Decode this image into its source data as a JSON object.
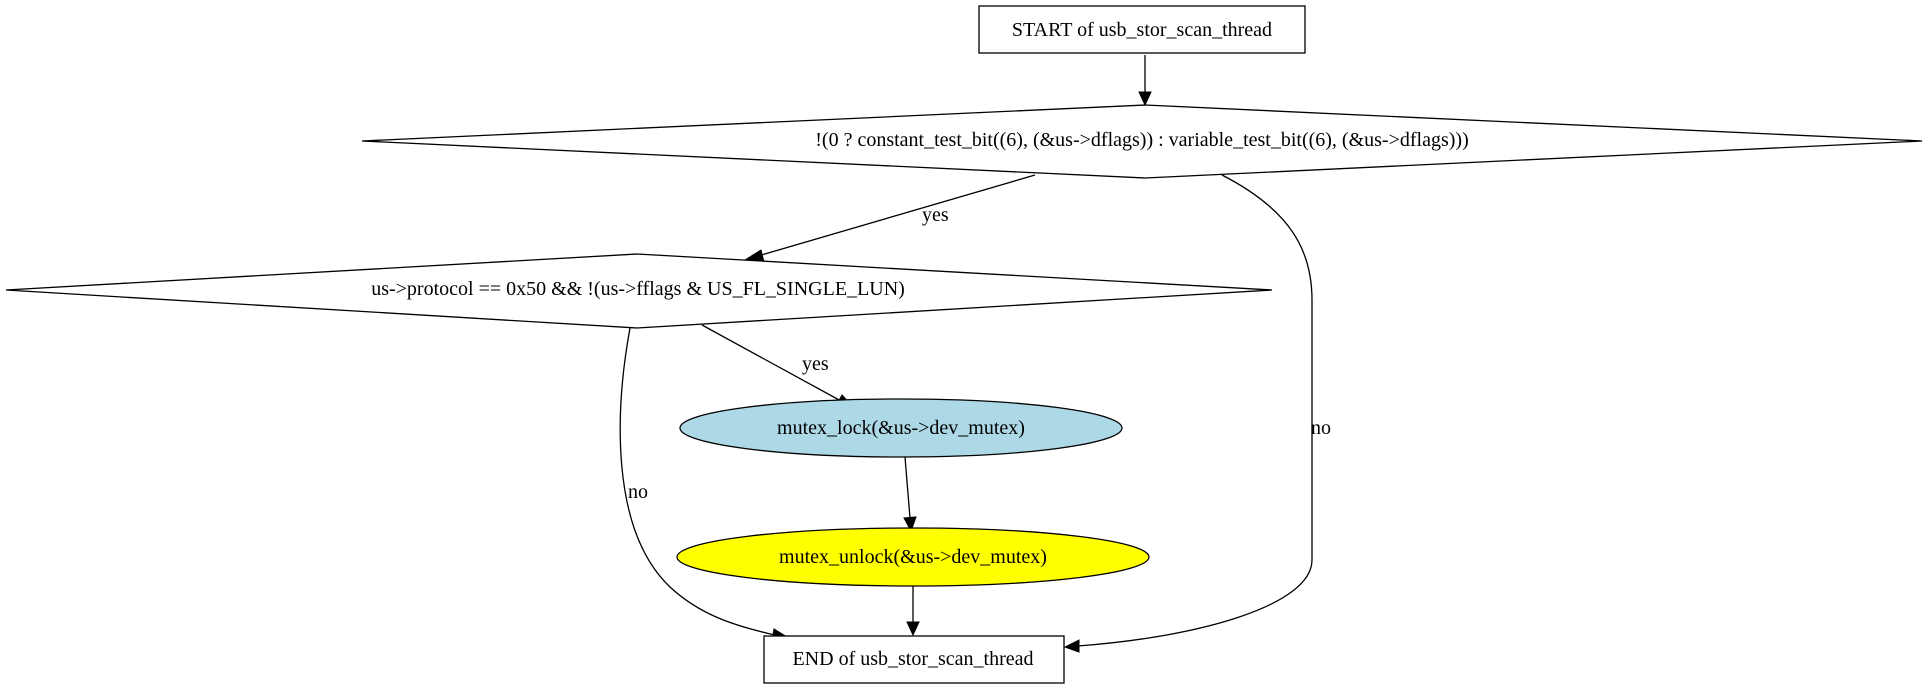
{
  "nodes": {
    "start": {
      "label": "START of usb_stor_scan_thread"
    },
    "cond1": {
      "label": "!(0 ? constant_test_bit((6), (&us->dflags)) : variable_test_bit((6), (&us->dflags)))"
    },
    "cond2": {
      "label": "us->protocol == 0x50 && !(us->fflags & US_FL_SINGLE_LUN)"
    },
    "lock": {
      "label": "mutex_lock(&us->dev_mutex)",
      "fill": "#add8e6"
    },
    "unlock": {
      "label": "mutex_unlock(&us->dev_mutex)",
      "fill": "#ffff00"
    },
    "end": {
      "label": "END of usb_stor_scan_thread"
    }
  },
  "edges": {
    "cond1_yes": {
      "label": "yes"
    },
    "cond1_no": {
      "label": "no"
    },
    "cond2_yes": {
      "label": "yes"
    },
    "cond2_no": {
      "label": "no"
    }
  }
}
